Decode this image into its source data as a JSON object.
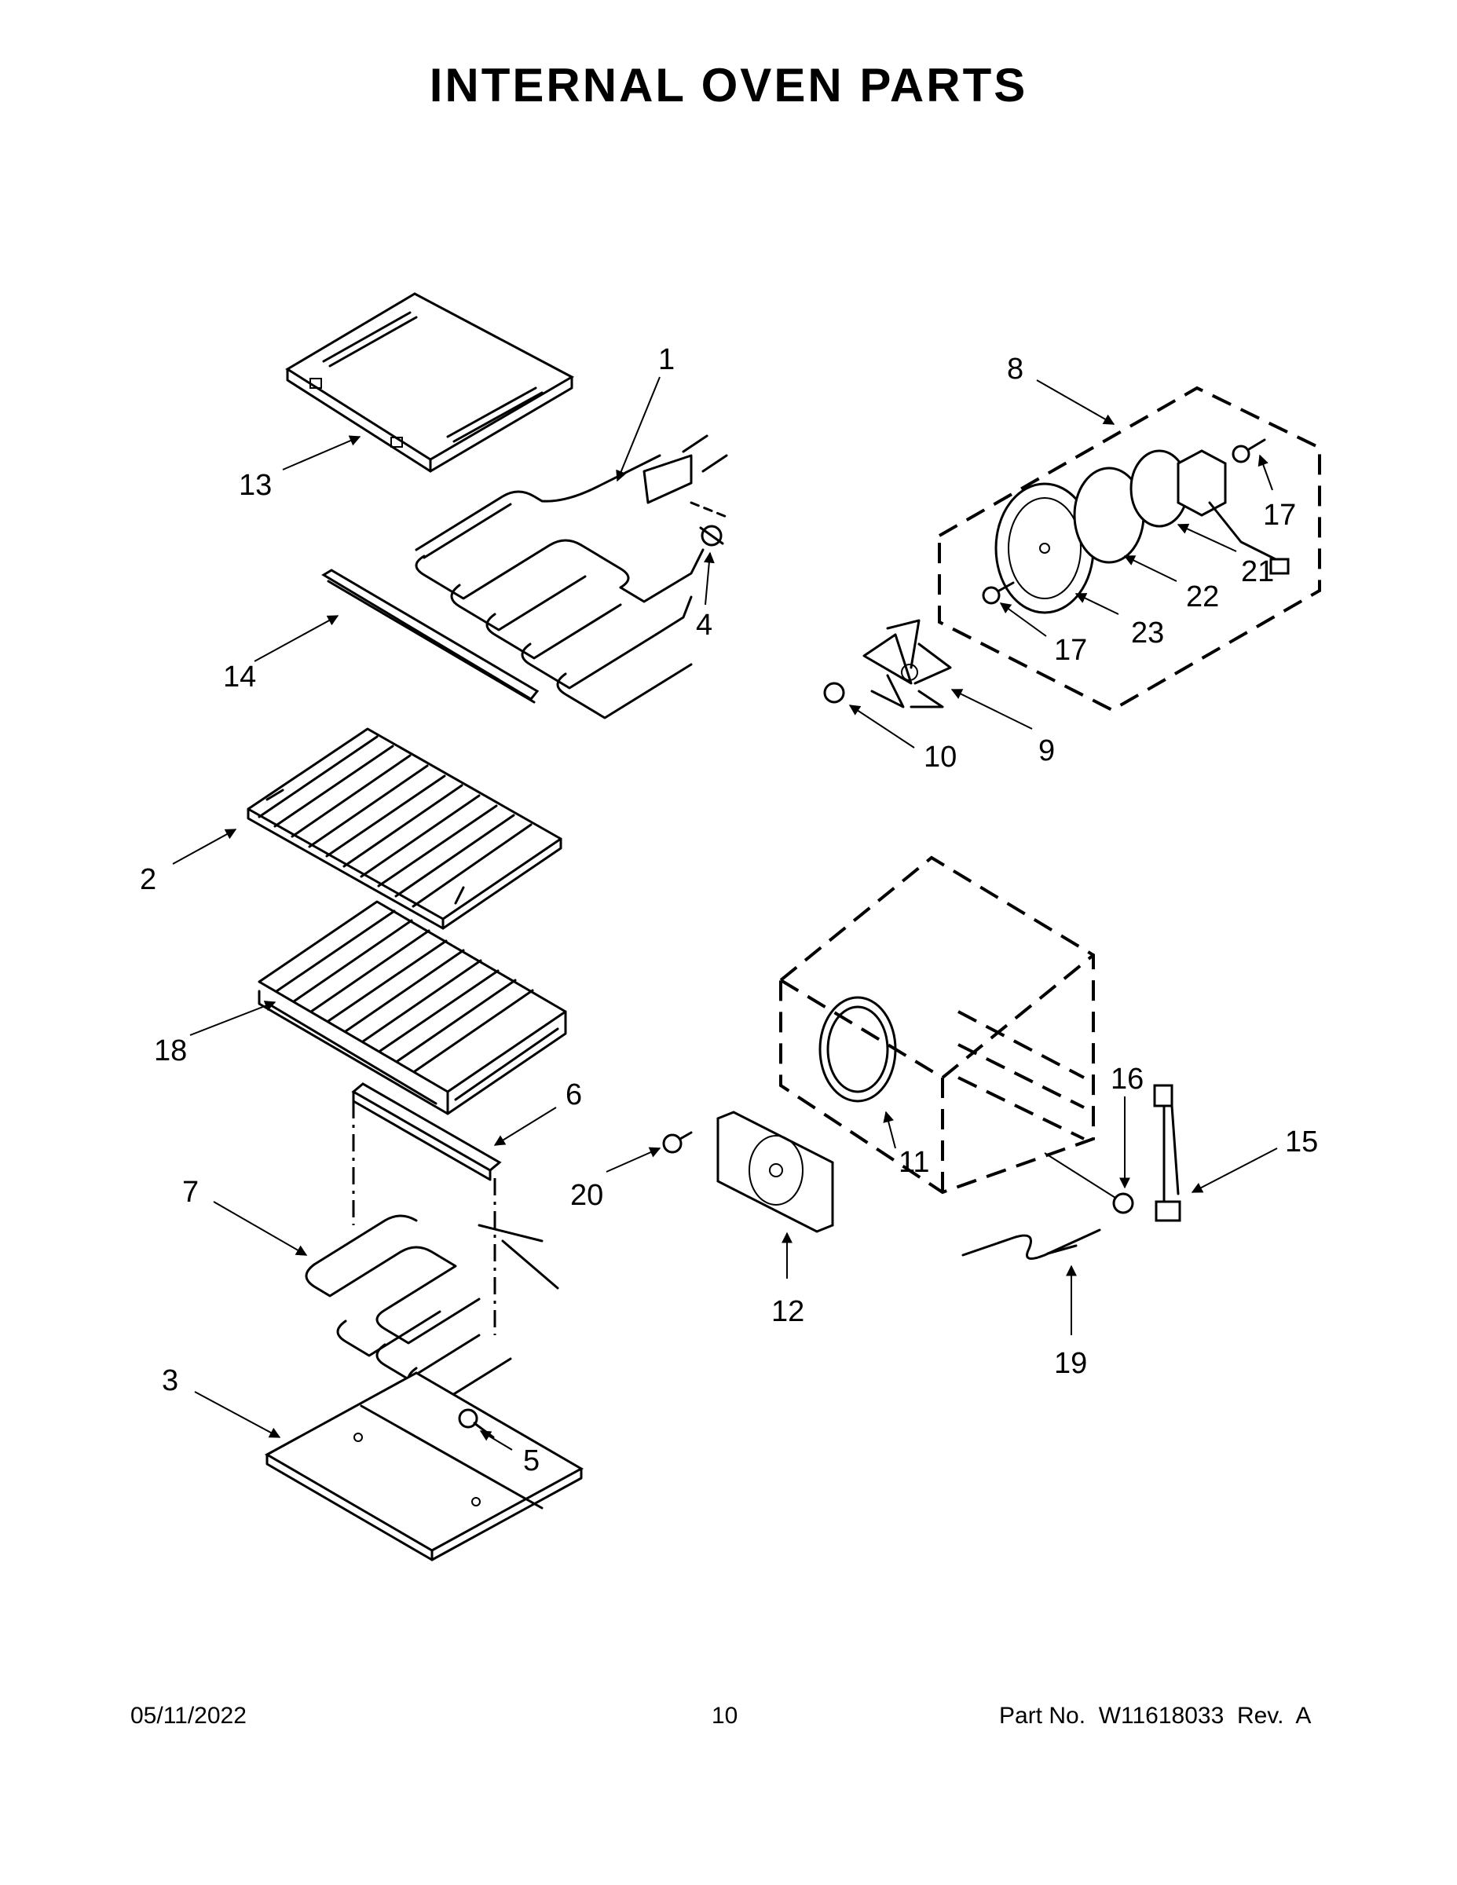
{
  "title": "INTERNAL OVEN PARTS",
  "footer": {
    "date": "05/11/2022",
    "page": "10",
    "part_no": "Part No.  W11618033  Rev.  A"
  },
  "callouts": {
    "c1": "1",
    "c2": "2",
    "c3": "3",
    "c4": "4",
    "c5": "5",
    "c6": "6",
    "c7": "7",
    "c8": "8",
    "c9": "9",
    "c10": "10",
    "c11": "11",
    "c12": "12",
    "c13": "13",
    "c14": "14",
    "c15": "15",
    "c16": "16",
    "c17a": "17",
    "c17b": "17",
    "c18": "18",
    "c19": "19",
    "c20": "20",
    "c21": "21",
    "c22": "22",
    "c23": "23"
  }
}
